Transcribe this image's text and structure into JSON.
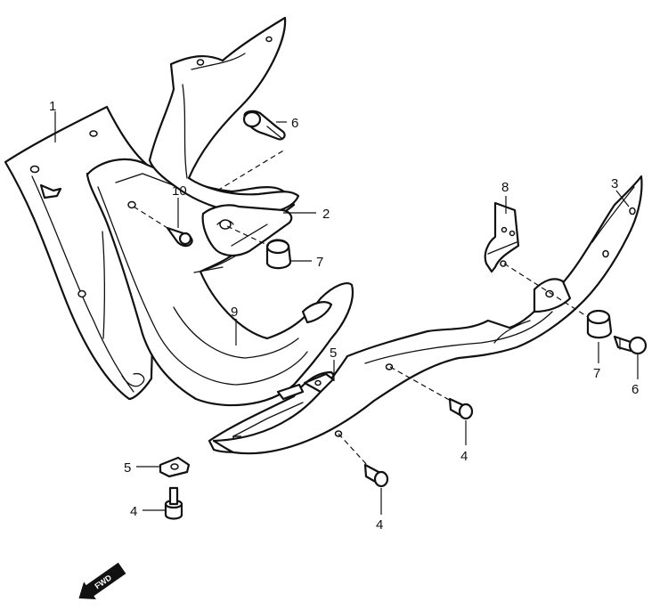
{
  "callouts": {
    "part1": "1",
    "part2": "2",
    "part3": "3",
    "part4a": "4",
    "part4b": "4",
    "part4c": "4",
    "part5a": "5",
    "part5b": "5",
    "part6a": "6",
    "part6b": "6",
    "part7a": "7",
    "part7b": "7",
    "part8": "8",
    "part9": "9",
    "part10": "10"
  },
  "fwd_indicator": {
    "label": "FWD",
    "icon": "fwd-arrow-icon"
  }
}
